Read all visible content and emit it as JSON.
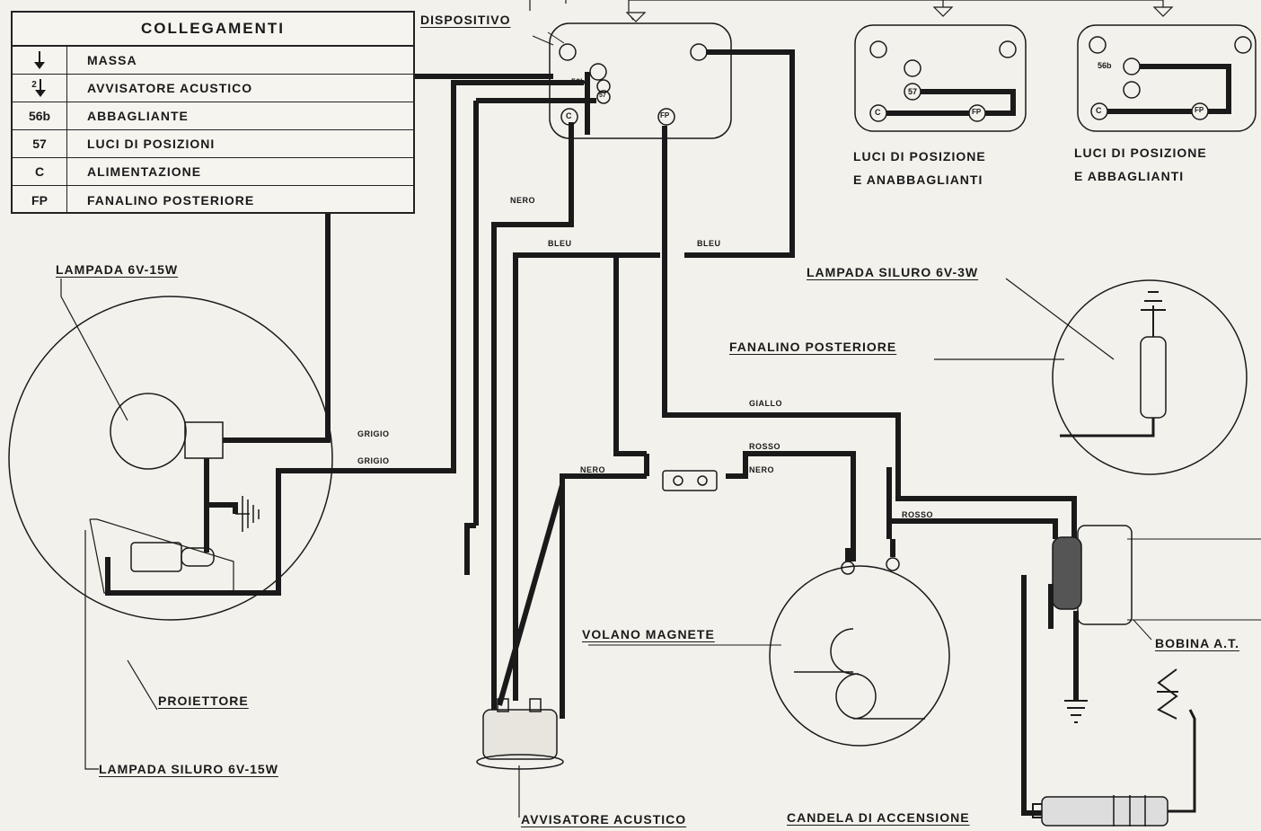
{
  "legend": {
    "title": "COLLEGAMENTI",
    "rows": [
      {
        "symbol": "",
        "icon": "ground-arrow-icon",
        "text": "MASSA"
      },
      {
        "symbol": "2",
        "icon": "horn-ground-icon",
        "text": "AVVISATORE ACUSTICO"
      },
      {
        "symbol": "56b",
        "text": "ABBAGLIANTE"
      },
      {
        "symbol": "57",
        "text": "LUCI DI POSIZIONI"
      },
      {
        "symbol": "C",
        "text": "ALIMENTAZIONE"
      },
      {
        "symbol": "FP",
        "text": "FANALINO POSTERIORE"
      }
    ]
  },
  "labels": {
    "dispositivo": "DISPOSITIVO",
    "luci_anabbaglianti_1": "LUCI DI POSIZIONE",
    "luci_anabbaglianti_2": "E ANABBAGLIANTI",
    "luci_abbaglianti_1": "LUCI DI POSIZIONE",
    "luci_abbaglianti_2": "E ABBAGLIANTI",
    "lampada_front": "LAMPADA 6V-15W",
    "lampada_siluro_rear": "LAMPADA SILURO 6V-3W",
    "fanalino": "FANALINO POSTERIORE",
    "proiettore": "PROIETTORE",
    "lampada_siluro_front": "LAMPADA SILURO 6V-15W",
    "volano": "VOLANO MAGNETE",
    "bobina": "BOBINA A.T.",
    "avvisatore": "AVVISATORE ACUSTICO",
    "candela": "CANDELA DI ACCENSIONE"
  },
  "pins": {
    "p56b": "56b",
    "p57": "57",
    "pc": "C",
    "pfp": "FP",
    "ps1_57": "57",
    "ps1_c": "C",
    "ps1_fp": "FP",
    "ps2_56b": "56b",
    "ps2_c": "C",
    "ps2_fp": "FP"
  },
  "wires": {
    "nero_top": "NERO",
    "bleu_left": "BLEU",
    "bleu_right": "BLEU",
    "grigio_1": "GRIGIO",
    "grigio_2": "GRIGIO",
    "giallo": "GIALLO",
    "rosso_1": "ROSSO",
    "nero_mid_left": "NERO",
    "nero_mid_right": "NERO",
    "rosso_2": "ROSSO"
  },
  "colors": {
    "ink": "#1a1a1a",
    "paper": "#f3f1ec"
  }
}
